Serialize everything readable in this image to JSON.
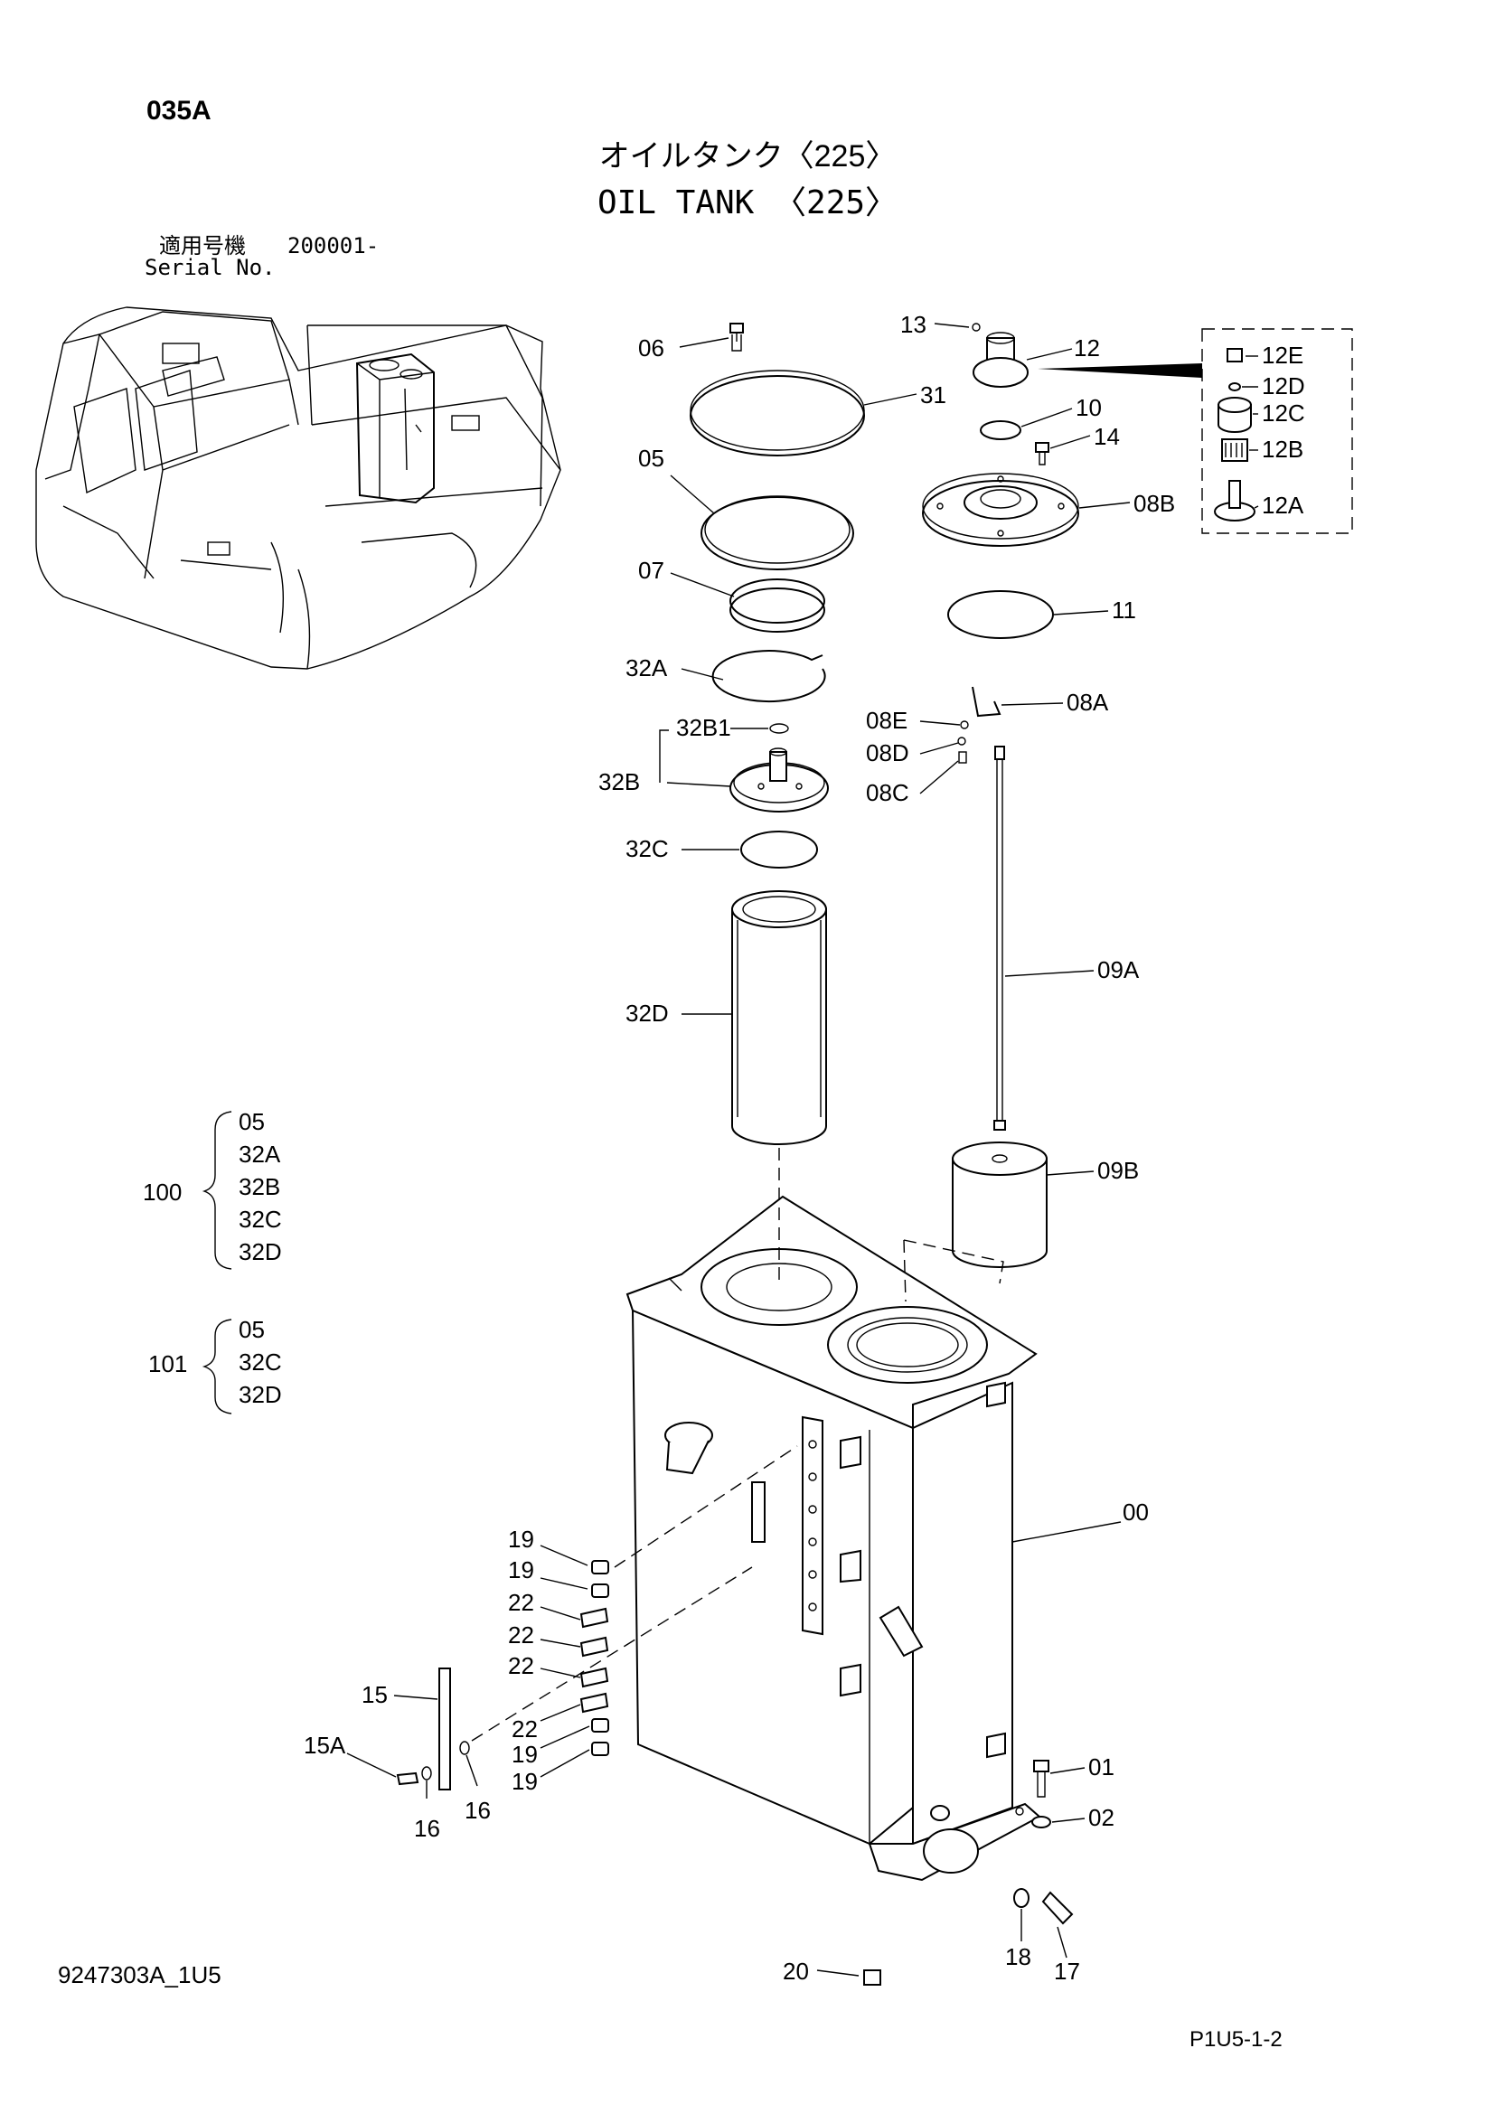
{
  "header": {
    "drawing_code": "035A",
    "title_jp": "オイルタンク〈225〉",
    "title_en": "OIL TANK 〈225〉",
    "serial_label_jp": "適用号機",
    "serial_value": "200001-",
    "serial_label_en": "Serial No."
  },
  "footer": {
    "drawing_number": "9247303A_1U5",
    "page_code": "P1U5-1-2"
  },
  "callouts": [
    {
      "id": "c-06",
      "label": "06"
    },
    {
      "id": "c-31",
      "label": "31"
    },
    {
      "id": "c-05",
      "label": "05"
    },
    {
      "id": "c-07",
      "label": "07"
    },
    {
      "id": "c-32a",
      "label": "32A"
    },
    {
      "id": "c-32b1",
      "label": "32B1"
    },
    {
      "id": "c-32b",
      "label": "32B"
    },
    {
      "id": "c-32c",
      "label": "32C"
    },
    {
      "id": "c-32d",
      "label": "32D"
    },
    {
      "id": "c-13",
      "label": "13"
    },
    {
      "id": "c-12",
      "label": "12"
    },
    {
      "id": "c-10",
      "label": "10"
    },
    {
      "id": "c-14",
      "label": "14"
    },
    {
      "id": "c-08b",
      "label": "08B"
    },
    {
      "id": "c-11",
      "label": "11"
    },
    {
      "id": "c-08a",
      "label": "08A"
    },
    {
      "id": "c-08e",
      "label": "08E"
    },
    {
      "id": "c-08d",
      "label": "08D"
    },
    {
      "id": "c-08c",
      "label": "08C"
    },
    {
      "id": "c-09a",
      "label": "09A"
    },
    {
      "id": "c-09b",
      "label": "09B"
    },
    {
      "id": "c-12e",
      "label": "12E"
    },
    {
      "id": "c-12d",
      "label": "12D"
    },
    {
      "id": "c-12c",
      "label": "12C"
    },
    {
      "id": "c-12b",
      "label": "12B"
    },
    {
      "id": "c-12a",
      "label": "12A"
    },
    {
      "id": "c-00",
      "label": "00"
    },
    {
      "id": "c-19a",
      "label": "19"
    },
    {
      "id": "c-19b",
      "label": "19"
    },
    {
      "id": "c-22a",
      "label": "22"
    },
    {
      "id": "c-22b",
      "label": "22"
    },
    {
      "id": "c-22c",
      "label": "22"
    },
    {
      "id": "c-22d",
      "label": "22"
    },
    {
      "id": "c-19c",
      "label": "19"
    },
    {
      "id": "c-19d",
      "label": "19"
    },
    {
      "id": "c-15",
      "label": "15"
    },
    {
      "id": "c-15a",
      "label": "15A"
    },
    {
      "id": "c-16a",
      "label": "16"
    },
    {
      "id": "c-16b",
      "label": "16"
    },
    {
      "id": "c-01",
      "label": "01"
    },
    {
      "id": "c-02",
      "label": "02"
    },
    {
      "id": "c-18",
      "label": "18"
    },
    {
      "id": "c-17",
      "label": "17"
    },
    {
      "id": "c-20",
      "label": "20"
    }
  ],
  "kits": [
    {
      "number": "100",
      "items": [
        "05",
        "32A",
        "32B",
        "32C",
        "32D"
      ]
    },
    {
      "number": "101",
      "items": [
        "05",
        "32C",
        "32D"
      ]
    }
  ]
}
